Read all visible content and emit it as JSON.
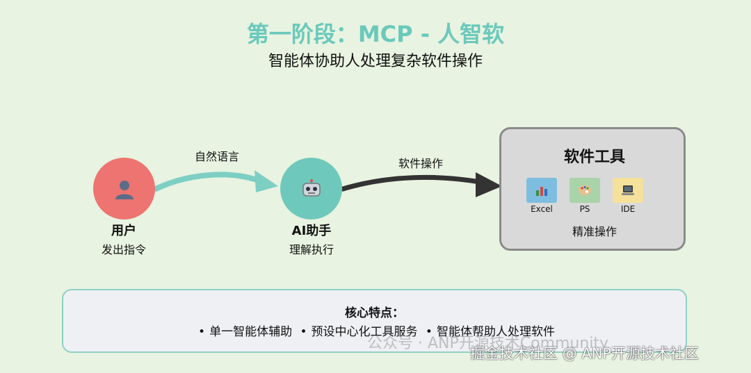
{
  "header": {
    "title": "第一阶段：MCP - 人智软",
    "subtitle": "智能体协助人处理复杂软件操作"
  },
  "nodes": {
    "user": {
      "name": "用户",
      "desc": "发出指令",
      "icon": "person-icon",
      "color": "#ed7470"
    },
    "ai": {
      "name": "AI助手",
      "desc": "理解执行",
      "icon": "robot-icon",
      "color": "#6ec9bc"
    }
  },
  "edges": {
    "user_to_ai": {
      "label": "自然语言",
      "color": "#6ec9bc"
    },
    "ai_to_tools": {
      "label": "软件操作",
      "color": "#333333"
    }
  },
  "tools": {
    "title": "软件工具",
    "items": [
      {
        "label": "Excel",
        "icon": "bar-chart-icon",
        "color": "#7dbde0"
      },
      {
        "label": "PS",
        "icon": "palette-icon",
        "color": "#a9d3a8"
      },
      {
        "label": "IDE",
        "icon": "laptop-icon",
        "color": "#f5e19b"
      }
    ],
    "footer": "精准操作"
  },
  "features": {
    "title": "核心特点：",
    "items": [
      "单一智能体辅助",
      "预设中心化工具服务",
      "智能体帮助人处理软件"
    ]
  },
  "watermarks": {
    "gray": "公众号 · ANP开源技术Community",
    "white": "掘金技术社区 @ ANP开源技术社区"
  }
}
